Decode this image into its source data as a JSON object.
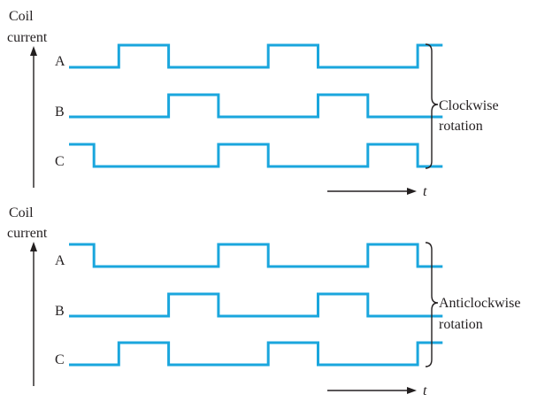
{
  "colors": {
    "waveform": "#1aa6dd",
    "ink": "#231f20",
    "background": "#ffffff"
  },
  "panels": [
    {
      "y_axis_label_line1": "Coil",
      "y_axis_label_line2": "current",
      "rotation_label_line1": "Clockwise",
      "rotation_label_line2": "rotation",
      "time_label": "t",
      "coils": [
        {
          "label": "A",
          "pulses": [
            [
              1,
              2
            ],
            [
              4,
              5
            ],
            [
              7,
              7.5
            ]
          ],
          "start_high": false
        },
        {
          "label": "B",
          "pulses": [
            [
              2,
              3
            ],
            [
              5,
              6
            ]
          ],
          "start_high": false
        },
        {
          "label": "C",
          "pulses": [
            [
              0,
              0.5
            ],
            [
              3,
              4
            ],
            [
              6,
              7
            ]
          ],
          "start_high": true
        }
      ]
    },
    {
      "y_axis_label_line1": "Coil",
      "y_axis_label_line2": "current",
      "rotation_label_line1": "Anticlockwise",
      "rotation_label_line2": "rotation",
      "time_label": "t",
      "coils": [
        {
          "label": "A",
          "pulses": [
            [
              0,
              0.5
            ],
            [
              3,
              4
            ],
            [
              6,
              7
            ]
          ],
          "start_high": true
        },
        {
          "label": "B",
          "pulses": [
            [
              2,
              3
            ],
            [
              5,
              6
            ]
          ],
          "start_high": false
        },
        {
          "label": "C",
          "pulses": [
            [
              1,
              2
            ],
            [
              4,
              5
            ],
            [
              7,
              7.5
            ]
          ],
          "start_high": false
        }
      ]
    }
  ]
}
